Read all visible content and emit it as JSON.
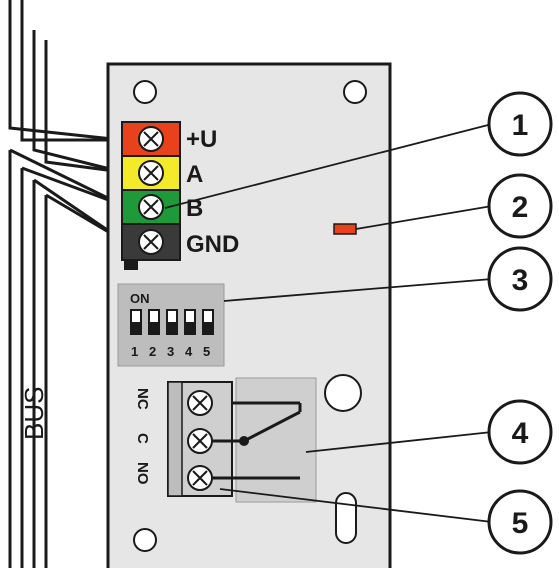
{
  "terminals": [
    {
      "label": "+U",
      "color": "#e8421c"
    },
    {
      "label": "A",
      "color": "#f3ea2a"
    },
    {
      "label": "B",
      "color": "#1e9a3a"
    },
    {
      "label": "GND",
      "color": "#3a3a3a"
    }
  ],
  "dip_switch": {
    "on_label": "ON",
    "positions": [
      "1",
      "2",
      "3",
      "4",
      "5"
    ]
  },
  "relay": {
    "nc_label": "NC",
    "c_label": "C",
    "no_label": "NO"
  },
  "bus_label": "BUS",
  "callouts": [
    "1",
    "2",
    "3",
    "4",
    "5"
  ],
  "colors": {
    "board": "#e6e6e6",
    "led": "#e8421c",
    "relay_body": "#cfcfcf",
    "line": "#1a1a1a"
  }
}
